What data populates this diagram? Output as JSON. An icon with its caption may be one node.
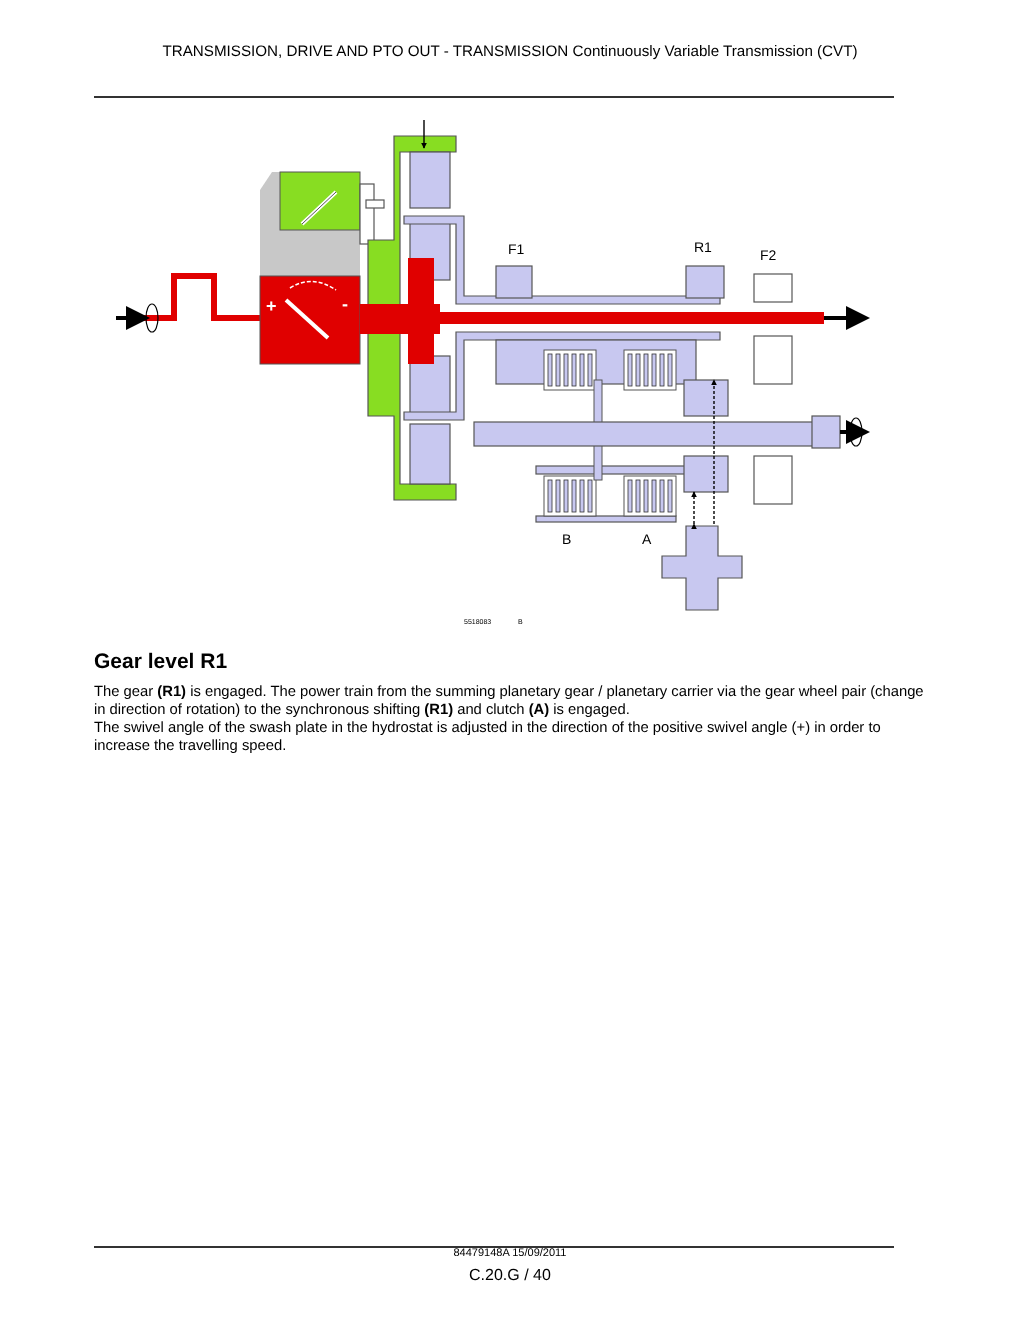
{
  "diagram": {
    "title": "TRANSMISSION, DRIVE AND PTO OUT - TRANSMISSION Continuously Variable Transmission (CVT)",
    "labels": [
      "+",
      "-",
      "F1",
      "R1",
      "F2",
      "B",
      "A",
      "5518083",
      "B",
      "Gear level R1",
      "The gear **(R1)** is engaged.  The power train from the summing planetary gear / planetary carrier via the gear wheel pair (change in direction of rotation) to the synchronous shifting **(R1)** and clutch **(A)** is engaged.",
      "The swivel angle of the swash plate in the hydrostat is adjusted in the direction of the positive swivel angle (+) in order to increase the travelling speed.",
      "84479148A 15/09/2011",
      "C.20.G / 40"
    ]
  }
}
